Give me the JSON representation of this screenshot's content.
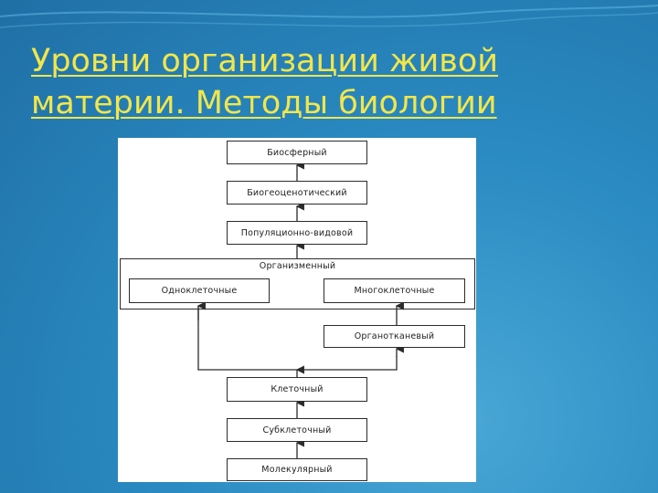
{
  "slide": {
    "title_line1": "Уровни организации живой",
    "title_line2": "материи. Методы биологии"
  },
  "diagram": {
    "levels": {
      "biosphere": "Биосферный",
      "biogeocenotic": "Биогеоценотический",
      "population_species": "Популяционно-видовой",
      "organismal": "Организменный",
      "unicellular": "Одноклеточные",
      "multicellular": "Многоклеточные",
      "organ_tissue": "Органотканевый",
      "cellular": "Клеточный",
      "subcellular": "Субклеточный",
      "molecular": "Молекулярный"
    }
  },
  "colors": {
    "title": "#f2e64a",
    "background": "#2a8bc2",
    "lines": "#2b2b2b"
  }
}
